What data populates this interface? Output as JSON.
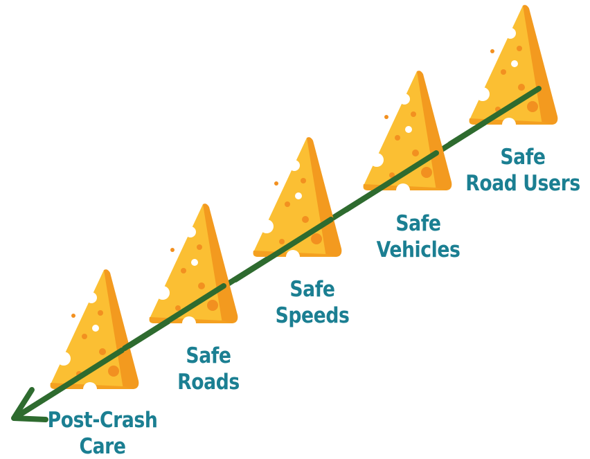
{
  "colors": {
    "cheese_fill": "#fbbf33",
    "cheese_shade": "#f4a020",
    "cheese_rind": "#f39a1f",
    "hole_white": "#ffffff",
    "hole_orange": "#f29020",
    "arrow": "#2e6b2f",
    "label": "#1b7f92"
  },
  "layers": [
    {
      "id": "post-crash-care",
      "line1": "Post-Crash",
      "line2": "Care"
    },
    {
      "id": "safe-roads",
      "line1": "Safe",
      "line2": "Roads"
    },
    {
      "id": "safe-speeds",
      "line1": "Safe",
      "line2": "Speeds"
    },
    {
      "id": "safe-vehicles",
      "line1": "Safe",
      "line2": "Vehicles"
    },
    {
      "id": "safe-road-users",
      "line1": "Safe",
      "line2": "Road Users"
    }
  ]
}
